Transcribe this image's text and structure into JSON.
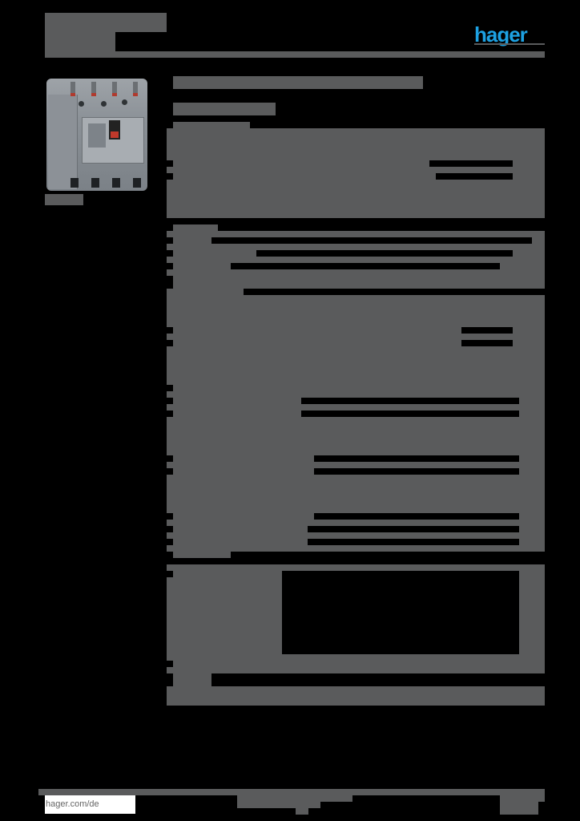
{
  "header": {
    "title_redacted": true,
    "brand_logo": {
      "text": "hager",
      "color": "#1da1e2"
    }
  },
  "product": {
    "image": "circuit-breaker-product-photo",
    "caption_redacted": true
  },
  "sections": [
    {
      "name": "product-title",
      "redacted": true
    },
    {
      "name": "subtitle",
      "redacted": true
    },
    {
      "name": "spec-table-1",
      "redacted": true,
      "rows": 5
    },
    {
      "name": "spec-table-2",
      "redacted": true,
      "rows": 4
    },
    {
      "name": "spec-table-3",
      "redacted": true,
      "rows": 14
    },
    {
      "name": "spec-table-4",
      "redacted": true,
      "rows": 3
    }
  ],
  "colors": {
    "redaction": "#5a5b5c",
    "background": "#000000",
    "brand": "#1da1e2"
  },
  "footer": {
    "url": "hager.com/de",
    "center_redacted": true,
    "right_redacted": true
  }
}
